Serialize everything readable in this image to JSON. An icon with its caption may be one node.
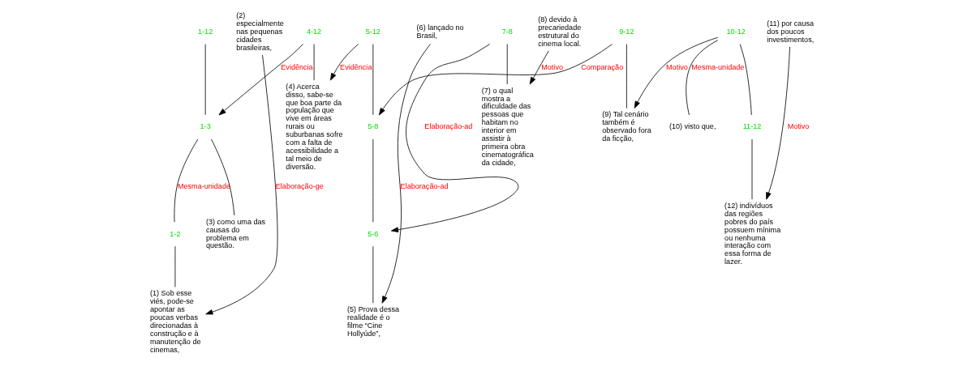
{
  "diagram": {
    "nodes": [
      {
        "text": [
          "1-12"
        ]
      },
      {
        "text": [
          "1-3"
        ]
      },
      {
        "text": [
          "4-12"
        ]
      },
      {
        "text": [
          "1-2"
        ]
      },
      {
        "text": [
          "(3) como uma das causas do problema em questão."
        ]
      },
      {
        "text": [
          "(1) Sob esse viés, pode-se apontar as poucas verbas direcionadas à construção e à manutenção de cinemas,"
        ]
      },
      {
        "text": [
          "(2) especialmente nas pequenas cidades brasileiras,"
        ]
      },
      {
        "text": [
          "(4) Acerca disso, sabe-se que boa parte da população que vive em áreas rurais ou suburbanas sofre com a falta de acessibilidade a tal meio de diversão."
        ]
      },
      {
        "text": [
          "5-12"
        ]
      },
      {
        "text": [
          "5-8"
        ]
      },
      {
        "text": [
          "9-12"
        ]
      },
      {
        "text": [
          "5-6"
        ]
      },
      {
        "text": [
          "7-8"
        ]
      },
      {
        "text": [
          "(5) Prova dessa realidade é o filme “Cine Hollyúde”,"
        ]
      },
      {
        "text": [
          "(6) lançado no Brasil,"
        ]
      },
      {
        "text": [
          "(7) o qual mostra a dificuldade das pessoas que habitam no interior em assistir à primeira obra cinematográfica da cidade,"
        ]
      },
      {
        "text": [
          "(8) devido à precariedade estrutural do cinema local."
        ]
      },
      {
        "text": [
          "(9) Tal cenário também é observado fora da ficção,"
        ]
      },
      {
        "text": [
          "10-12"
        ]
      },
      {
        "text": [
          "(10) visto que,"
        ]
      },
      {
        "text": [
          "11-12"
        ]
      },
      {
        "text": [
          "(11) por causa dos poucos investimentos,"
        ]
      },
      {
        "text": [
          "(12) indivíduos das regiões pobres do país possuem mínima ou nenhuma interação com essa forma de lazer."
        ]
      }
    ],
    "edges": [
      {
        "from": 0,
        "to": 1,
        "arrow": "none"
      },
      {
        "from": 2,
        "to": 1,
        "arrow": "to",
        "label": "Evidência"
      },
      {
        "from": 1,
        "to": 3,
        "arrow": "none",
        "label": "Mesma-unidade"
      },
      {
        "from": 1,
        "to": 4,
        "arrow": "none"
      },
      {
        "from": 3,
        "to": 5,
        "arrow": "none"
      },
      {
        "from": 6,
        "to": 5,
        "arrow": "to",
        "label": "Elaboração-ge"
      },
      {
        "from": 2,
        "to": 7,
        "arrow": "none"
      },
      {
        "from": 8,
        "to": 7,
        "arrow": "to",
        "label": "Evidência"
      },
      {
        "from": 8,
        "to": 9,
        "arrow": "none"
      },
      {
        "from": 10,
        "to": 9,
        "arrow": "to",
        "label": "Comparação"
      },
      {
        "from": 9,
        "to": 11,
        "arrow": "none"
      },
      {
        "from": 12,
        "to": 11,
        "arrow": "to",
        "label": "Elaboração-ad"
      },
      {
        "from": 11,
        "to": 13,
        "arrow": "none"
      },
      {
        "from": 14,
        "to": 13,
        "arrow": "to",
        "label": "Elaboração-ad"
      },
      {
        "from": 12,
        "to": 15,
        "arrow": "none"
      },
      {
        "from": 16,
        "to": 15,
        "arrow": "to",
        "label": "Motivo"
      },
      {
        "from": 10,
        "to": 17,
        "arrow": "none"
      },
      {
        "from": 18,
        "to": 17,
        "arrow": "to",
        "label": "Motivo"
      },
      {
        "from": 18,
        "to": 19,
        "arrow": "none",
        "label": "Mesma-unidade"
      },
      {
        "from": 18,
        "to": 20,
        "arrow": "none"
      },
      {
        "from": 20,
        "to": 22,
        "arrow": "none"
      },
      {
        "from": 21,
        "to": 22,
        "arrow": "to",
        "label": "Motivo"
      }
    ]
  }
}
